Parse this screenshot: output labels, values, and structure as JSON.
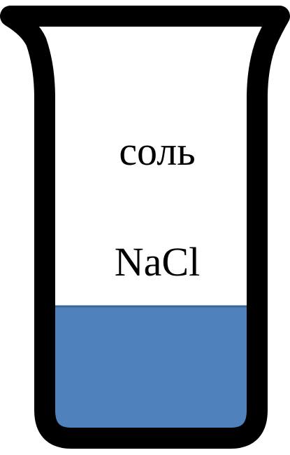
{
  "diagram": {
    "label_primary": "соль",
    "label_formula": "NaCl",
    "colors": {
      "outline": "#000000",
      "liquid_fill": "#4f81bd",
      "liquid_edge": "#3a6796",
      "background": "#ffffff"
    },
    "liquid_level_fraction": 0.3
  }
}
